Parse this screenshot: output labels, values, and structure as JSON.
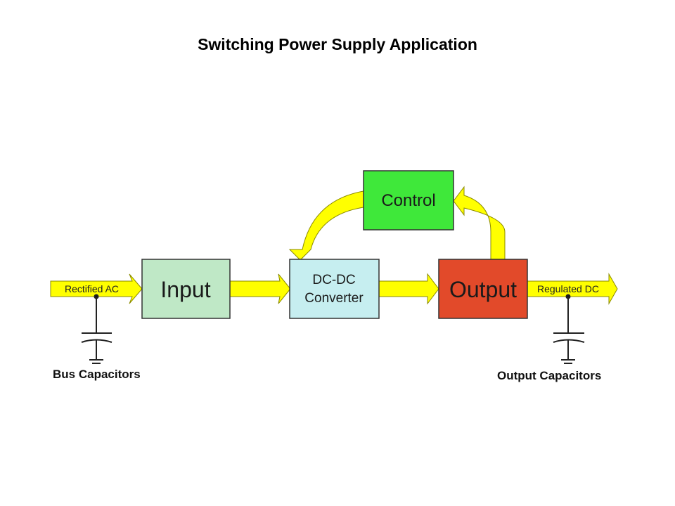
{
  "title": "Switching Power Supply Application",
  "blocks": {
    "input": {
      "label": "Input",
      "color": "#bfe8c6"
    },
    "converter": {
      "line1": "DC-DC",
      "line2": "Converter",
      "color": "#c6eef0"
    },
    "control": {
      "label": "Control",
      "color": "#3fe83a"
    },
    "output": {
      "label": "Output",
      "color": "#e24a2a"
    }
  },
  "arrows": {
    "in_label": "Rectified AC",
    "out_label": "Regulated DC",
    "color": "#ffff00"
  },
  "capacitors": {
    "bus_label": "Bus Capacitors",
    "output_label": "Output Capacitors"
  }
}
